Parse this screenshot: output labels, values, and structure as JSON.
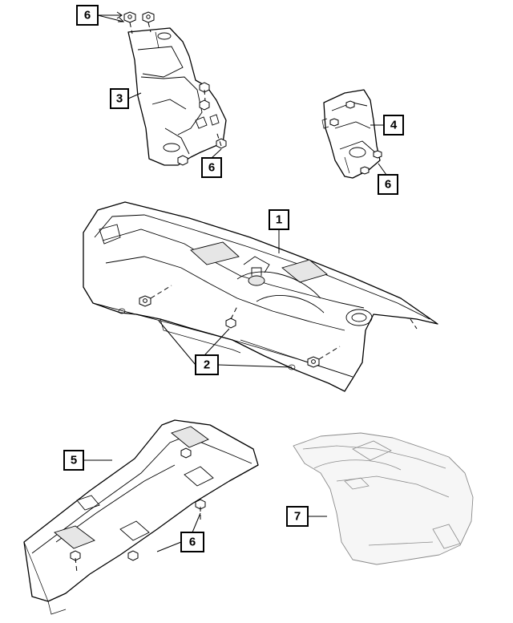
{
  "callouts": {
    "c1": "1",
    "c2": "2",
    "c3": "3",
    "c4": "4",
    "c5": "5",
    "c6_top": "6",
    "c6_mid_left": "6",
    "c6_mid_right": "6",
    "c6_bottom": "6",
    "c7": "7"
  }
}
